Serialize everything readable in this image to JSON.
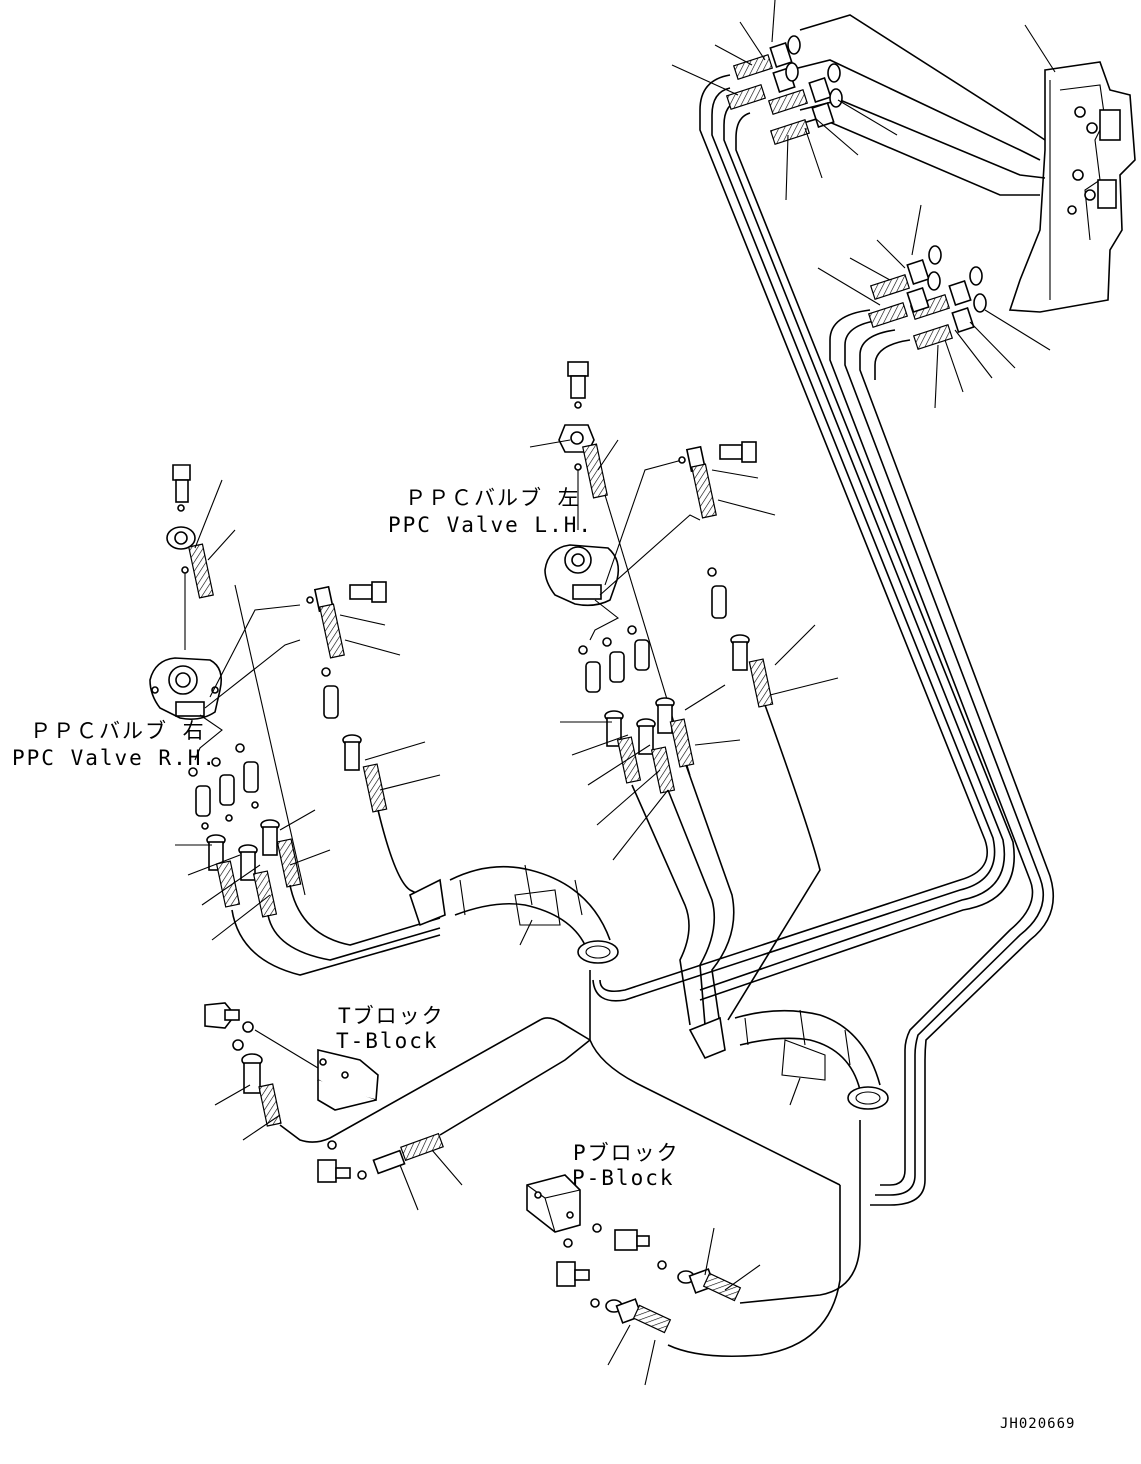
{
  "diagram": {
    "labels": {
      "ppc_valve_rh_jp": "ＰＰＣバルブ 右",
      "ppc_valve_rh_en": "PPC Valve R.H.",
      "ppc_valve_lh_jp": "ＰＰＣバルブ 左",
      "ppc_valve_lh_en": "PPC Valve L.H.",
      "t_block_jp": "Tブロック",
      "t_block_en": "T-Block",
      "p_block_jp": "Pブロック",
      "p_block_en": "P-Block"
    },
    "drawing_code": "JH020669"
  }
}
